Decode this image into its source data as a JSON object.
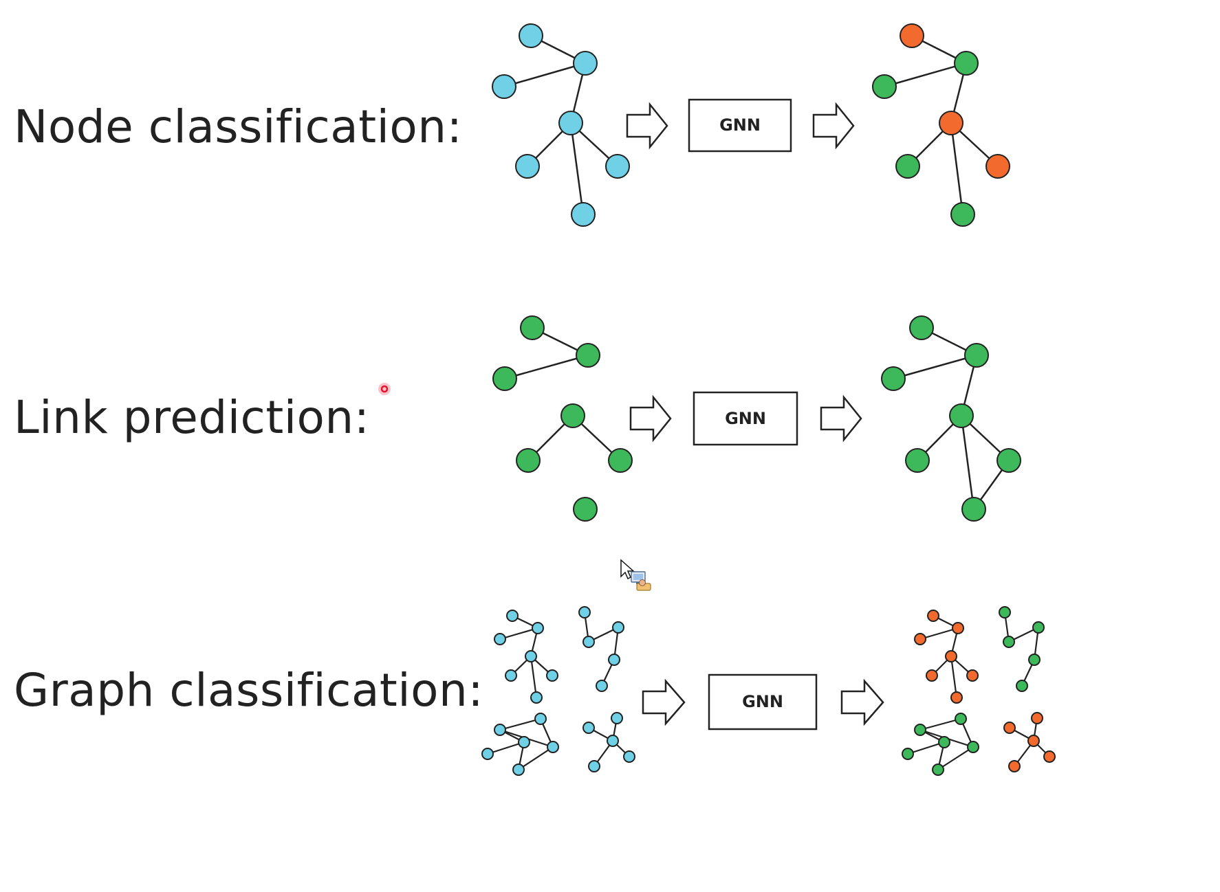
{
  "colors": {
    "blue": "#6fd0e6",
    "green": "#3db85a",
    "orange": "#f26a2e",
    "pointer_dot": "#e8102a"
  },
  "rows": [
    {
      "label": "Node classification:",
      "gnn": "GNN",
      "input_graph": {
        "nodes": [
          [
            772,
            52,
            "blue"
          ],
          [
            851,
            92,
            "blue"
          ],
          [
            733,
            126,
            "blue"
          ],
          [
            830,
            179,
            "blue"
          ],
          [
            767,
            242,
            "blue"
          ],
          [
            898,
            242,
            "blue"
          ],
          [
            848,
            312,
            "blue"
          ]
        ],
        "edges": [
          [
            0,
            1
          ],
          [
            1,
            2
          ],
          [
            1,
            3
          ],
          [
            3,
            4
          ],
          [
            3,
            5
          ],
          [
            3,
            6
          ]
        ]
      },
      "output_graph": {
        "nodes": [
          [
            1326,
            52,
            "orange"
          ],
          [
            1405,
            92,
            "green"
          ],
          [
            1286,
            126,
            "green"
          ],
          [
            1383,
            179,
            "orange"
          ],
          [
            1320,
            242,
            "green"
          ],
          [
            1451,
            242,
            "orange"
          ],
          [
            1400,
            312,
            "green"
          ]
        ],
        "edges": [
          [
            0,
            1
          ],
          [
            1,
            2
          ],
          [
            1,
            3
          ],
          [
            3,
            4
          ],
          [
            3,
            5
          ],
          [
            3,
            6
          ]
        ]
      }
    },
    {
      "label": "Link prediction:",
      "gnn": "GNN",
      "input_graph": {
        "nodes": [
          [
            774,
            477,
            "green"
          ],
          [
            855,
            517,
            "green"
          ],
          [
            734,
            551,
            "green"
          ],
          [
            833,
            605,
            "green"
          ],
          [
            768,
            670,
            "green"
          ],
          [
            902,
            670,
            "green"
          ],
          [
            851,
            741,
            "green"
          ]
        ],
        "edges": [
          [
            0,
            1
          ],
          [
            1,
            2
          ],
          [
            3,
            4
          ],
          [
            3,
            5
          ]
        ]
      },
      "output_graph": {
        "nodes": [
          [
            1340,
            477,
            "green"
          ],
          [
            1420,
            517,
            "green"
          ],
          [
            1299,
            551,
            "green"
          ],
          [
            1398,
            605,
            "green"
          ],
          [
            1334,
            670,
            "green"
          ],
          [
            1467,
            670,
            "green"
          ],
          [
            1416,
            741,
            "green"
          ]
        ],
        "edges": [
          [
            0,
            1
          ],
          [
            1,
            2
          ],
          [
            1,
            3
          ],
          [
            3,
            4
          ],
          [
            3,
            5
          ],
          [
            3,
            6
          ],
          [
            5,
            6
          ]
        ]
      }
    },
    {
      "label": "Graph classification:",
      "gnn": "GNN",
      "input_graphs": [
        {
          "nodes": [
            [
              745,
              896,
              "blue"
            ],
            [
              782,
              914,
              "blue"
            ],
            [
              727,
              930,
              "blue"
            ],
            [
              772,
              955,
              "blue"
            ],
            [
              743,
              983,
              "blue"
            ],
            [
              803,
              983,
              "blue"
            ],
            [
              780,
              1015,
              "blue"
            ]
          ],
          "edges": [
            [
              0,
              1
            ],
            [
              1,
              2
            ],
            [
              1,
              3
            ],
            [
              3,
              4
            ],
            [
              3,
              5
            ],
            [
              3,
              6
            ]
          ]
        },
        {
          "nodes": [
            [
              850,
              891,
              "blue"
            ],
            [
              899,
              913,
              "blue"
            ],
            [
              856,
              934,
              "blue"
            ],
            [
              893,
              960,
              "blue"
            ],
            [
              875,
              998,
              "blue"
            ]
          ],
          "edges": [
            [
              0,
              2
            ],
            [
              2,
              1
            ],
            [
              1,
              3
            ],
            [
              3,
              4
            ]
          ]
        },
        {
          "nodes": [
            [
              727,
              1062,
              "blue"
            ],
            [
              786,
              1046,
              "blue"
            ],
            [
              762,
              1080,
              "blue"
            ],
            [
              709,
              1097,
              "blue"
            ],
            [
              804,
              1087,
              "blue"
            ],
            [
              754,
              1120,
              "blue"
            ]
          ],
          "edges": [
            [
              0,
              1
            ],
            [
              0,
              2
            ],
            [
              2,
              3
            ],
            [
              1,
              4
            ],
            [
              4,
              5
            ],
            [
              2,
              5
            ],
            [
              0,
              4
            ]
          ]
        },
        {
          "nodes": [
            [
              856,
              1059,
              "blue"
            ],
            [
              897,
              1045,
              "blue"
            ],
            [
              891,
              1078,
              "blue"
            ],
            [
              864,
              1115,
              "blue"
            ],
            [
              915,
              1101,
              "blue"
            ]
          ],
          "edges": [
            [
              0,
              2
            ],
            [
              1,
              2
            ],
            [
              2,
              3
            ],
            [
              2,
              4
            ]
          ]
        }
      ],
      "output_graphs": [
        {
          "nodes": [
            [
              1357,
              896,
              "orange"
            ],
            [
              1393,
              914,
              "orange"
            ],
            [
              1338,
              930,
              "orange"
            ],
            [
              1383,
              955,
              "orange"
            ],
            [
              1355,
              983,
              "orange"
            ],
            [
              1414,
              983,
              "orange"
            ],
            [
              1391,
              1015,
              "orange"
            ]
          ],
          "edges": [
            [
              0,
              1
            ],
            [
              1,
              2
            ],
            [
              1,
              3
            ],
            [
              3,
              4
            ],
            [
              3,
              5
            ],
            [
              3,
              6
            ]
          ]
        },
        {
          "nodes": [
            [
              1461,
              891,
              "green"
            ],
            [
              1510,
              913,
              "green"
            ],
            [
              1467,
              934,
              "green"
            ],
            [
              1504,
              960,
              "green"
            ],
            [
              1486,
              998,
              "green"
            ]
          ],
          "edges": [
            [
              0,
              2
            ],
            [
              2,
              1
            ],
            [
              1,
              3
            ],
            [
              3,
              4
            ]
          ]
        },
        {
          "nodes": [
            [
              1338,
              1062,
              "green"
            ],
            [
              1397,
              1046,
              "green"
            ],
            [
              1373,
              1080,
              "green"
            ],
            [
              1320,
              1097,
              "green"
            ],
            [
              1415,
              1087,
              "green"
            ],
            [
              1364,
              1120,
              "green"
            ]
          ],
          "edges": [
            [
              0,
              1
            ],
            [
              0,
              2
            ],
            [
              2,
              3
            ],
            [
              1,
              4
            ],
            [
              4,
              5
            ],
            [
              2,
              5
            ],
            [
              0,
              4
            ]
          ]
        },
        {
          "nodes": [
            [
              1468,
              1059,
              "orange"
            ],
            [
              1508,
              1045,
              "orange"
            ],
            [
              1503,
              1078,
              "orange"
            ],
            [
              1475,
              1115,
              "orange"
            ],
            [
              1526,
              1101,
              "orange"
            ]
          ],
          "edges": [
            [
              0,
              2
            ],
            [
              1,
              2
            ],
            [
              2,
              3
            ],
            [
              2,
              4
            ]
          ]
        }
      ]
    }
  ],
  "icons": {
    "pointer": "laser-pointer-dot-icon",
    "cursor": "mouse-cursor-icon",
    "remote": "remote-desktop-icon"
  }
}
